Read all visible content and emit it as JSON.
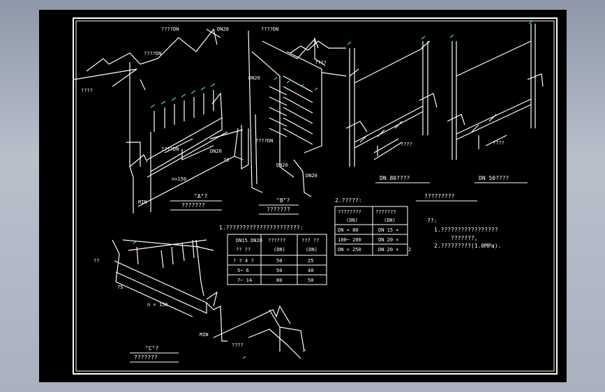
{
  "drawing": {
    "view_a": {
      "title": "\"A\"?",
      "subtitle": "???????",
      "labels": {
        "dn20_top": "DN20",
        "pipe1": "????DN",
        "pipe2": "????",
        "pipe3": "????DN",
        "dn20_mid": "DN20",
        "dim75": "75",
        "dim150": "n×150",
        "min": "MIN"
      }
    },
    "view_b": {
      "title": "\"B\"?",
      "subtitle": "???????",
      "labels": {
        "dn20": "DN20",
        "pipe1": "????DN",
        "pipe2": "????",
        "pipe3": "????DN",
        "dn20_b": "DN20",
        "dn20_c": "DN20"
      }
    },
    "view_c": {
      "title": "\"C\"?",
      "subtitle": "???????",
      "labels": {
        "q1": "??",
        "dim75": "75",
        "dim150": "n × 150",
        "min": "MIN",
        "pipe": "????"
      }
    },
    "view_d": {
      "title": "DN  80????",
      "label": "????"
    },
    "view_e": {
      "title": "DN  50????",
      "label": "????"
    },
    "note1": {
      "heading": "1.??????????????????????:",
      "col1_h1": "DN15  DN20",
      "col1_h2": "?? ??",
      "col2_h1": "??????",
      "col2_h2": "(DN)",
      "col3_h1": "??? ??",
      "col3_h2": "(DN)",
      "rows": [
        [
          "? ?  4  ?",
          "50",
          "25"
        ],
        [
          "5~   6",
          "50",
          "40"
        ],
        [
          "7~  14",
          "80",
          "50"
        ]
      ]
    },
    "note2": {
      "heading": "2.?????:",
      "col1_h1": "????????",
      "col1_h2": "(DN)",
      "col2_h1": "???????",
      "col2_h2": "(DN)",
      "rows": [
        [
          "DN < 80",
          "DN 15 ×"
        ],
        [
          "100~  200",
          "DN 20 ×"
        ],
        [
          "DN > 250",
          "DN 20 ×"
        ]
      ],
      "tail": "2"
    },
    "spec": {
      "underline_title": "?????????",
      "head": "??:",
      "line1": "1.?????????????????",
      "line2": "???????,",
      "line3": "2.?????????(1.0MPa)."
    }
  }
}
